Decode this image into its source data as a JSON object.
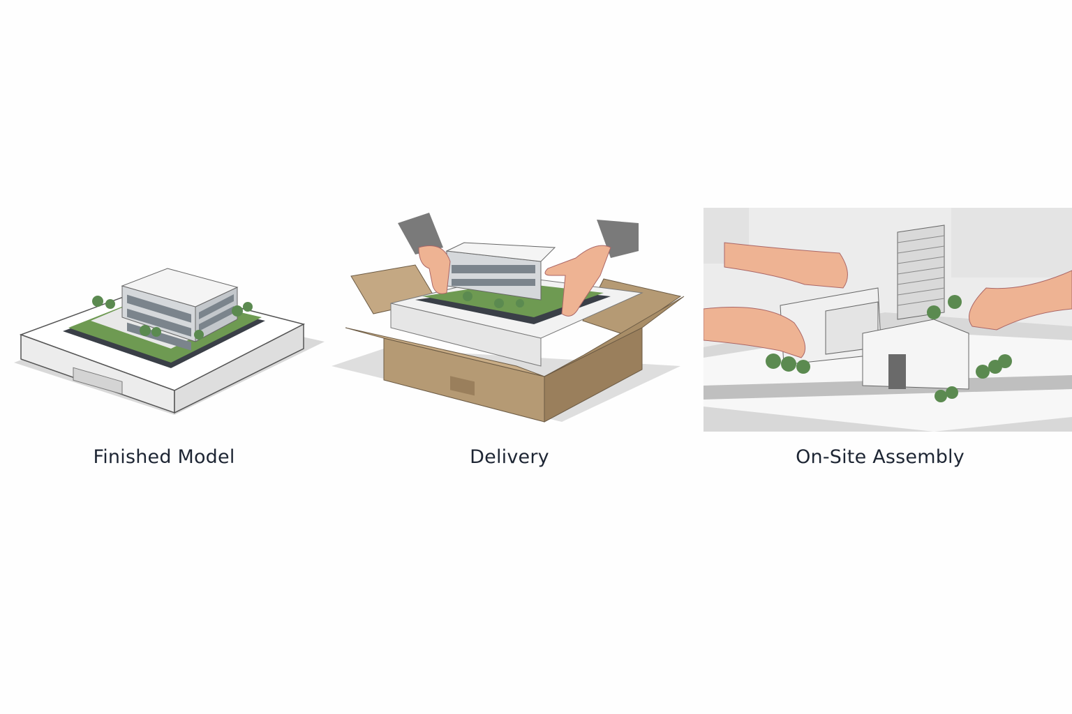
{
  "steps": [
    {
      "label": "Finished Model",
      "illustration": "architectural-model-on-base"
    },
    {
      "label": "Delivery",
      "illustration": "hands-packing-model-in-cardboard-box"
    },
    {
      "label": "On-Site Assembly",
      "illustration": "hands-assembling-model-buildings-on-site-plan"
    }
  ],
  "colors": {
    "background": "#fefefe",
    "label_text": "#1d2533",
    "model_white": "#f2f2f2",
    "model_shadow": "#bdbdbd",
    "glass": "#7b848c",
    "grass": "#6e9a52",
    "tree": "#5b8a50",
    "cardboard": "#b59a74",
    "cardboard_dark": "#9a7f5c",
    "skin": "#eeb393",
    "sleeve": "#7a7a7a",
    "base_dark": "#3a3f47"
  }
}
